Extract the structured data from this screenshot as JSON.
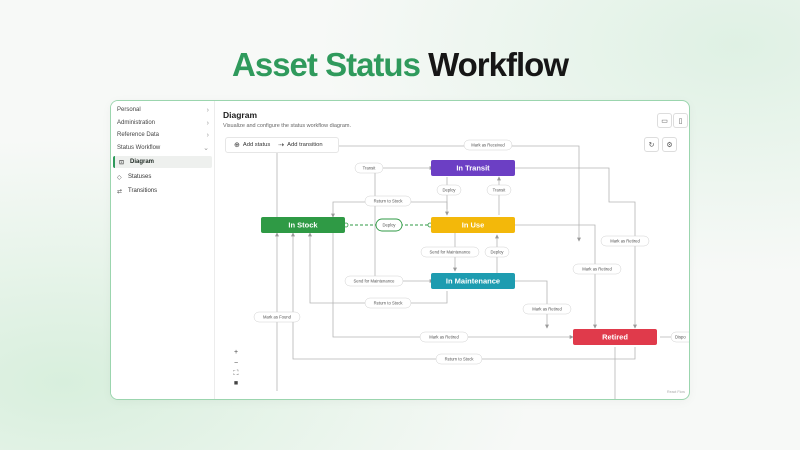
{
  "headline": {
    "word1": "Asset Status",
    "word2": "Workflow"
  },
  "sidebar": {
    "groups": [
      {
        "label": "Personal"
      },
      {
        "label": "Administration"
      },
      {
        "label": "Reference Data"
      },
      {
        "label": "Status Workflow"
      }
    ],
    "sub_items": [
      {
        "label": "Diagram",
        "icon": "diagram-icon",
        "active": true
      },
      {
        "label": "Statuses",
        "icon": "tag-icon"
      },
      {
        "label": "Transitions",
        "icon": "transition-icon"
      }
    ]
  },
  "main": {
    "title": "Diagram",
    "subtitle": "Visualize and configure the status workflow diagram.",
    "toolbar": {
      "add_status": "Add status",
      "add_transition": "Add transition"
    },
    "attribution": "React Flow"
  },
  "diagram": {
    "nodes": [
      {
        "label": "In Transit",
        "color": "#6c3fc4"
      },
      {
        "label": "In Stock",
        "color": "#2f9a45"
      },
      {
        "label": "In Use",
        "color": "#f3b80a"
      },
      {
        "label": "In Maintenance",
        "color": "#1e9cb0"
      },
      {
        "label": "Retired",
        "color": "#e03a4b"
      }
    ],
    "edge_labels": {
      "mark_as_received": "Mark as Received",
      "transit": "Transit",
      "deploy_1": "Deploy",
      "transit_2": "Transit",
      "return_to_stock_1": "Return to Stock",
      "deploy_selected": "Deploy",
      "mark_as_retired_1": "Mark as Retired",
      "send_for_maintenance_1": "Send for Maintenance",
      "deploy_2": "Deploy",
      "mark_as_retired_2": "Mark as Retired",
      "send_for_maintenance_2": "Send for Maintenance",
      "return_to_stock_2": "Return to Stock",
      "mark_as_retired_3": "Mark as Retired",
      "mark_as_found": "Mark as Found",
      "mark_as_retired_4": "Mark as Retired",
      "return_to_stock_3": "Return to Stock",
      "dispose": "Dispo"
    }
  }
}
